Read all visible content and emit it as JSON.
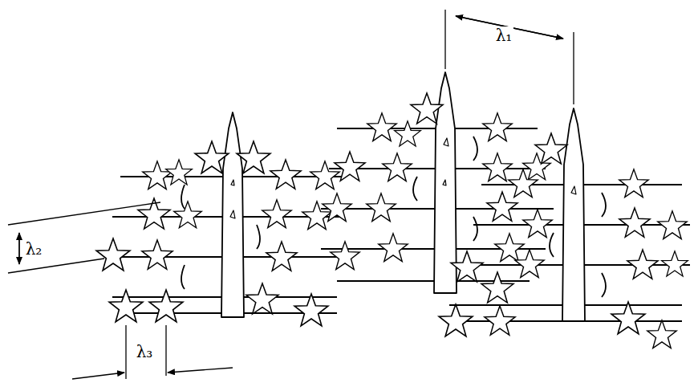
{
  "diagram": {
    "labels": [
      "λ₁",
      "λ₂",
      "λ₃"
    ]
  }
}
